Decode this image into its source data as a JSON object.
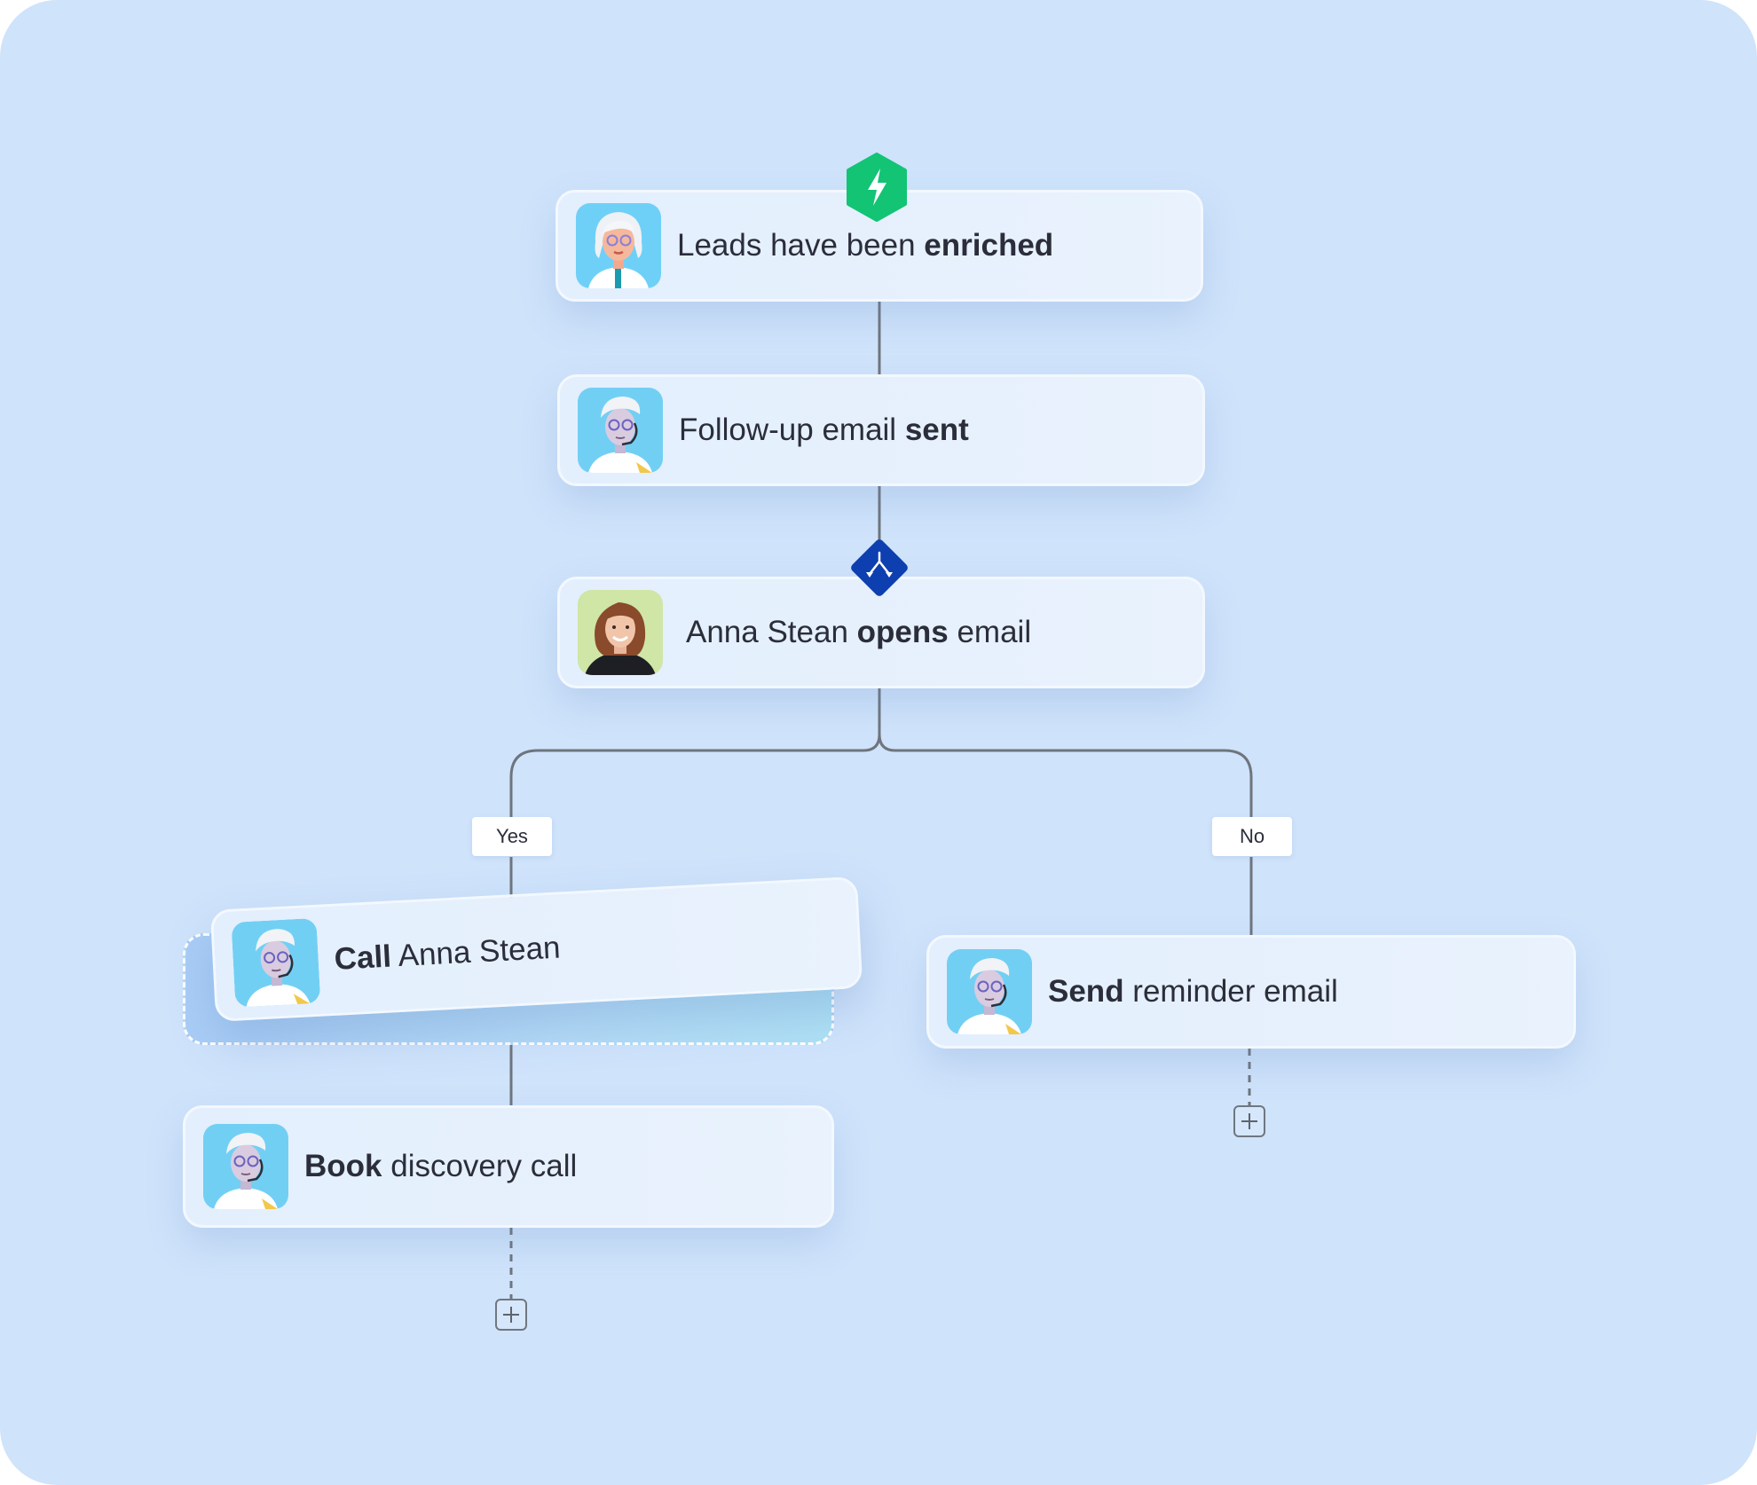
{
  "nodes": {
    "trigger": {
      "prefix": "Leads have been ",
      "bold": "enriched",
      "suffix": ""
    },
    "followup": {
      "prefix": "Follow-up email ",
      "bold": "sent",
      "suffix": ""
    },
    "condition": {
      "prefix": "Anna Stean ",
      "bold": "opens",
      "suffix": " email"
    },
    "call": {
      "prefix": "",
      "bold": "Call",
      "suffix": " Anna Stean"
    },
    "book": {
      "prefix": "",
      "bold": "Book",
      "suffix": " discovery call"
    },
    "reminder": {
      "prefix": "",
      "bold": "Send",
      "suffix": " reminder email"
    }
  },
  "branches": {
    "yes_label": "Yes",
    "no_label": "No"
  },
  "icons": {
    "trigger_badge": "lightning-icon",
    "condition_badge": "split-branch-icon",
    "add_step": "plus-icon"
  },
  "colors": {
    "background": "#cfe3fb",
    "trigger_badge": "#12c474",
    "condition_badge": "#0d3fb0",
    "connector": "#6f757d"
  }
}
